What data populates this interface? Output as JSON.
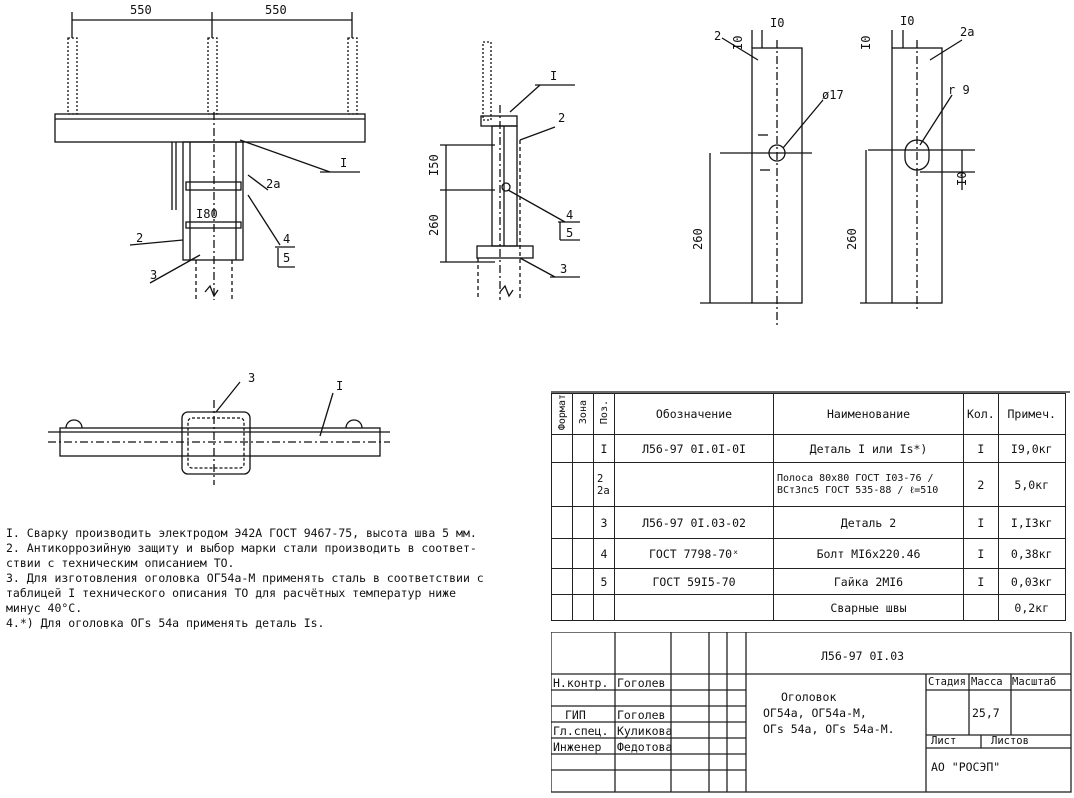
{
  "drawing": {
    "dims": {
      "d550a": "550",
      "d550b": "550",
      "d180": "I80",
      "d150": "I50",
      "d260a": "260",
      "d10a": "I0",
      "d10b": "I0",
      "d10c": "I0",
      "d10d": "I0",
      "d10e": "I0",
      "d17": "ø17",
      "r9": "r 9",
      "d260b": "260",
      "d260c": "260"
    },
    "callouts": {
      "c1a": "I",
      "c2a": "2",
      "c2aa": "2а",
      "c3a": "3",
      "c4a": "4",
      "c5a": "5",
      "c1b": "I",
      "c2b": "2",
      "c3b": "3",
      "c4b": "4",
      "c5b": "5",
      "c2c": "2",
      "c2ac": "2а",
      "c3d": "3",
      "c1d": "I"
    }
  },
  "notes": [
    "I. Сварку производить электродом Э42А ГОСТ 9467-75, высота шва 5 мм.",
    "2. Антикоррозийную защиту и выбор марки стали производить в соответ-",
    "   ствии с техническим описанием ТО.",
    "3. Для изготовления оголовка ОГ54а-М применять сталь в соответствии с",
    "   таблицей I технического описания ТО для расчётных температур ниже",
    "   минус 40°С.",
    "4.*) Для оголовка ОГs 54а применять деталь Is."
  ],
  "spec": {
    "headers": {
      "format": "Формат",
      "zone": "Зона",
      "pos": "Поз.",
      "designation": "Обозначение",
      "name": "Наименование",
      "qty": "Кол.",
      "note": "Примеч."
    },
    "rows": [
      {
        "pos": "I",
        "designation": "Л56-97 0I.0I-0I",
        "name": "Деталь I или Is*)",
        "qty": "I",
        "note": "I9,0кг"
      },
      {
        "pos": "2\n2а",
        "designation": "",
        "name": "Полоса 80x80 ГОСТ I03-76 / ВСт3пс5 ГОСТ 535-88 / ℓ=510",
        "qty": "2",
        "note": "5,0кг"
      },
      {
        "pos": "3",
        "designation": "Л56-97 0I.03-02",
        "name": "Деталь 2",
        "qty": "I",
        "note": "I,I3кг"
      },
      {
        "pos": "4",
        "designation": "ГОСТ 7798-70ˣ",
        "name": "Болт МI6х220.46",
        "qty": "I",
        "note": "0,38кг"
      },
      {
        "pos": "5",
        "designation": "ГОСТ 59I5-70",
        "name": "Гайка 2МI6",
        "qty": "I",
        "note": "0,03кг"
      },
      {
        "pos": "",
        "designation": "",
        "name": "Сварные швы",
        "qty": "",
        "note": "0,2кг"
      }
    ]
  },
  "title_block": {
    "doc_code": "Л56-97 0I.03",
    "roles": [
      "Н.контр.",
      "ГИП",
      "Гл.спец.",
      "Инженер"
    ],
    "names": [
      "Гоголев",
      "Гоголев",
      "Куликова",
      "Федотова"
    ],
    "title_lines": [
      "Оголовок",
      "ОГ54а, ОГ54а-М,",
      "ОГs 54а, ОГs 54а-М."
    ],
    "stage_label": "Стадия",
    "mass_label": "Масса",
    "scale_label": "Масштаб",
    "mass": "25,7",
    "sheet_label": "Лист",
    "sheets_label": "Листов",
    "org": "АО \"РОСЭП\""
  }
}
